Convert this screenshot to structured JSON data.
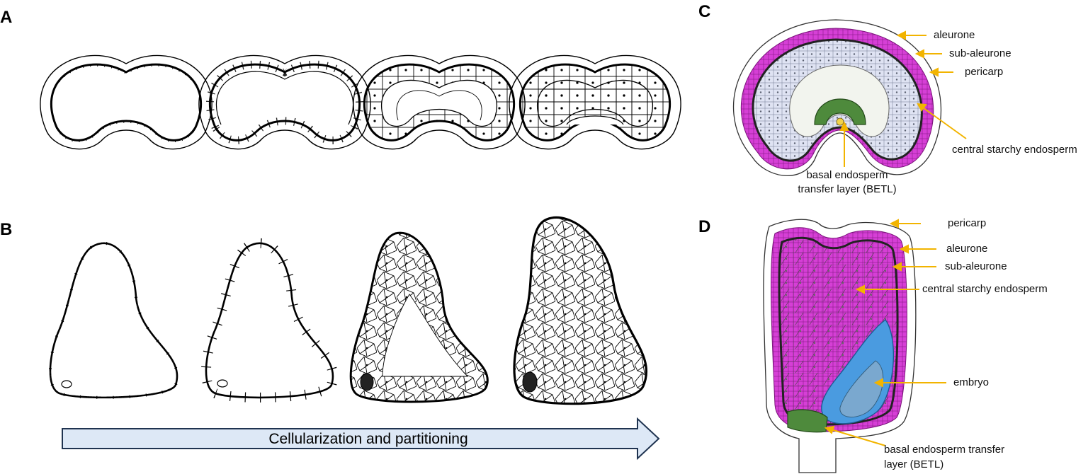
{
  "panels": {
    "a": "A",
    "b": "B",
    "c": "C",
    "d": "D"
  },
  "process_arrow": {
    "label": "Cellularization and partitioning",
    "fill": "#dde8f6",
    "stroke": "#1f3350"
  },
  "panel_c": {
    "labels": {
      "aleurone": "aleurone",
      "sub_aleurone": "sub-aleurone",
      "pericarp": "pericarp",
      "central_starchy_endosperm": "central starchy endosperm",
      "betl_line1": "basal endosperm",
      "betl_line2": "transfer layer (BETL)"
    }
  },
  "panel_d": {
    "labels": {
      "pericarp": "pericarp",
      "aleurone": "aleurone",
      "sub_aleurone": "sub-aleurone",
      "central_starchy_endosperm": "central starchy endosperm",
      "embryo": "embryo",
      "betl_line1": "basal endosperm transfer",
      "betl_line2": "layer (BETL)"
    }
  },
  "colors": {
    "aleurone": "#d63fd6",
    "leader": "#f2b400",
    "betl": "#4e8a3c",
    "embryo": "#4a9be0",
    "endosperm_tint": "#dfe3f3"
  }
}
